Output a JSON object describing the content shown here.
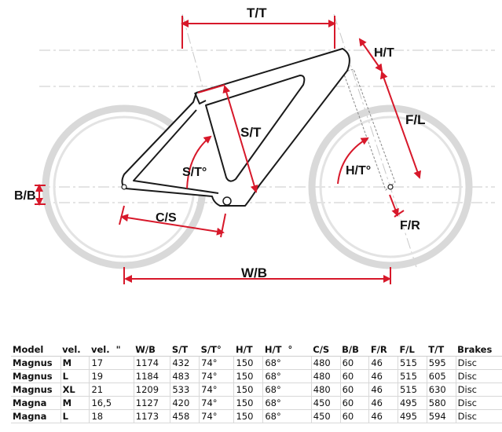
{
  "labels": {
    "tt": "T/T",
    "ht": "H/T",
    "st": "S/T",
    "fl": "F/L",
    "sta": "S/T°",
    "hta": "H/T°",
    "bb": "B/B",
    "cs": "C/S",
    "fr": "F/R",
    "wb": "W/B"
  },
  "colors": {
    "dimension": "#d7182a",
    "frame": "#1a1a1a",
    "wheel": "#d9d9d9",
    "guide": "#c8c8c8"
  },
  "table": {
    "headers": [
      "Model",
      "vel.",
      "vel.  \"",
      "W/B",
      "S/T",
      "S/T°",
      "H/T",
      "H/T  °",
      "C/S",
      "B/B",
      "F/R",
      "F/L",
      "T/T",
      "Brakes"
    ],
    "rows": [
      [
        "Magnus",
        "M",
        "17",
        "1174",
        "432",
        "74°",
        "150",
        "68°",
        "480",
        "60",
        "46",
        "515",
        "595",
        "Disc"
      ],
      [
        "Magnus",
        "L",
        "19",
        "1184",
        "483",
        "74°",
        "150",
        "68°",
        "480",
        "60",
        "46",
        "515",
        "605",
        "Disc"
      ],
      [
        "Magnus",
        "XL",
        "21",
        "1209",
        "533",
        "74°",
        "150",
        "68°",
        "480",
        "60",
        "46",
        "515",
        "630",
        "Disc"
      ],
      [
        "Magna",
        "M",
        "16,5",
        "1127",
        "420",
        "74°",
        "150",
        "68°",
        "450",
        "60",
        "46",
        "495",
        "580",
        "Disc"
      ],
      [
        "Magna",
        "L",
        "18",
        "1173",
        "458",
        "74°",
        "150",
        "68°",
        "450",
        "60",
        "46",
        "495",
        "594",
        "Disc"
      ]
    ]
  }
}
